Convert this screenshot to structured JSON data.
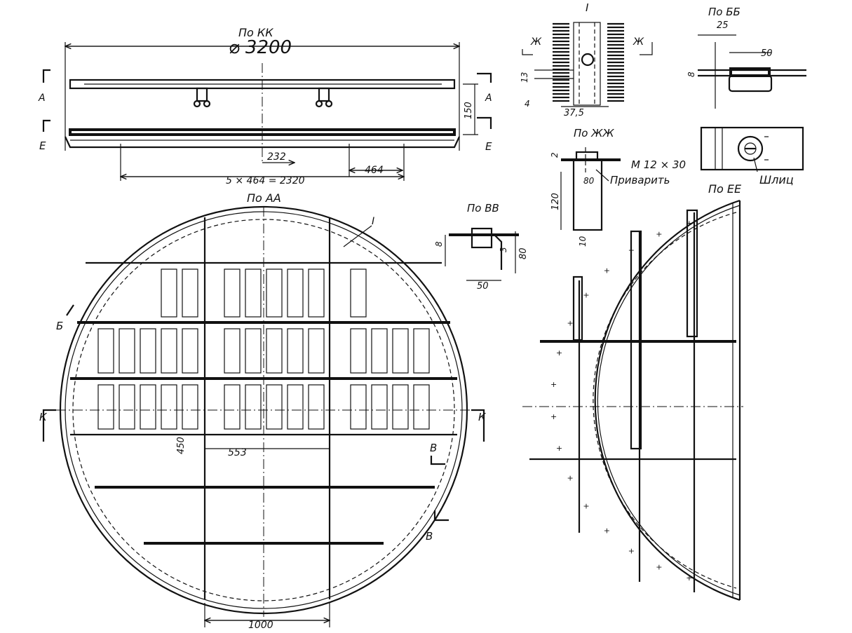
{
  "colors": {
    "ink": "#111111",
    "paper": "#ffffff"
  },
  "section_kk": {
    "title": "По КК",
    "diameter": "⌀ 3200",
    "dim_232": "232",
    "dim_464": "464",
    "dim_span": "5 × 464 = 2320",
    "dim_150": "150",
    "mark_a_left": "А",
    "mark_a_right": "А",
    "mark_e_left": "Е",
    "mark_e_right": "Е"
  },
  "plan_aa": {
    "title": "По АА",
    "callout": "I",
    "mark_b": "Б",
    "mark_k_left": "К",
    "mark_k_right": "К",
    "mark_v_top": "В",
    "mark_v_bottom": "В",
    "dim_450": "450",
    "dim_553": "553",
    "dim_1000": "1000"
  },
  "detail_i": {
    "title": "I",
    "mark_zh_left": "Ж",
    "mark_zh_right": "Ж",
    "dim_13": "13",
    "dim_4": "4",
    "dim_375": "37,5"
  },
  "detail_bb": {
    "title": "По ББ",
    "dim_25": "25",
    "dim_50": "50",
    "dim_8": "8"
  },
  "detail_zhzh": {
    "title": "По ЖЖ",
    "dim_2": "2",
    "bolt": "М 12 × 30",
    "dim_80": "80",
    "weld_note": "Приварить",
    "dim_120": "120",
    "dim_10": "10"
  },
  "detail_slot": {
    "label": "Шлиц"
  },
  "detail_vv": {
    "title": "По ВВ",
    "dim_8": "8",
    "dim_3": "3",
    "dim_80": "80",
    "dim_50": "50"
  },
  "plan_ee": {
    "title": "По ЕЕ"
  }
}
